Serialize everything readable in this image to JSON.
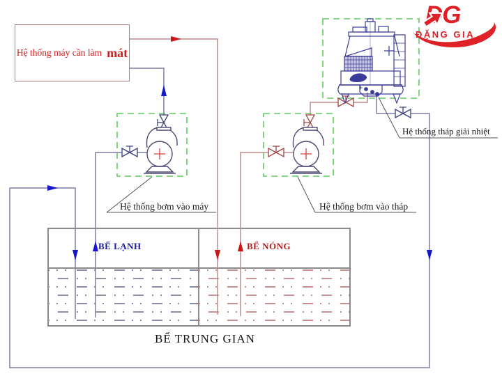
{
  "colors": {
    "pipe_cold": "#7d7da6",
    "pipe_hot": "#bb8b8b",
    "arrow_cold": "#1616cf",
    "arrow_hot": "#cf1616",
    "valve_cold": "#3c3c7a",
    "valve_hot": "#a04545",
    "pump_outline": "#4a4a72",
    "pump_cross": "#cc4040",
    "green_dash": "#5ecb5e",
    "tower_blue": "#3b3b99",
    "machine_box_border": "#b07c7c",
    "machine_text": "#cc2020",
    "cold_text": "#1a1aa0",
    "hot_text": "#b02020",
    "label_text": "#1b1b1b",
    "tank_border": "#8a8a8a",
    "water_cold": "#8b8ba8",
    "water_hot": "#c49090",
    "logo_red": "#df2127",
    "leader": "#555555"
  },
  "machine_box": {
    "label": "Hệ thống máy cần làm",
    "emphasis": "mát"
  },
  "pump_labels": {
    "machine": "Hệ thống bơm vào máy",
    "tower": "Hệ thống bơm vào tháp"
  },
  "tower_label": "Hệ thống tháp giải nhiệt",
  "tank": {
    "cold": "BỂ LẠNH",
    "hot": "BỂ NÓNG",
    "name": "BỂ TRUNG GIAN"
  },
  "logo": {
    "initials": "DG",
    "name": "ĐẶNG GIA"
  }
}
